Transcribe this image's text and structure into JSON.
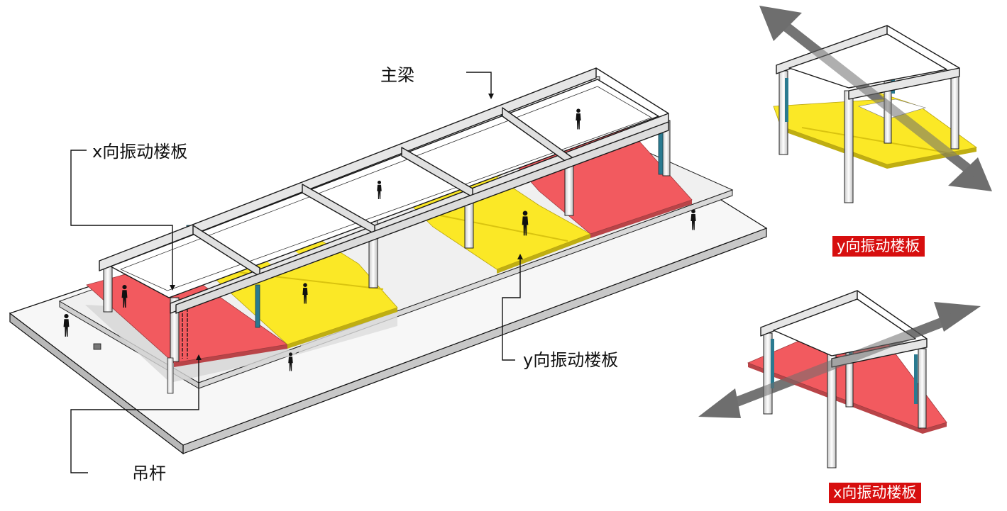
{
  "labels": {
    "main_beam": "主梁",
    "x_floor": "x向振动楼板",
    "y_floor": "y向振动楼板",
    "hanger": "吊杆"
  },
  "legend": {
    "y_tag": "y向振动楼板",
    "x_tag": "x向振动楼板"
  },
  "colors": {
    "x_floor": "#f25a5f",
    "y_floor": "#fbe826",
    "tag_bg": "#d70e0e",
    "frame": "#e6e6e6",
    "column_accent": "#2a7a90",
    "arrow": "#6e6e6e"
  },
  "icons": [
    "person-silhouette-icon",
    "double-arrow-icon"
  ]
}
